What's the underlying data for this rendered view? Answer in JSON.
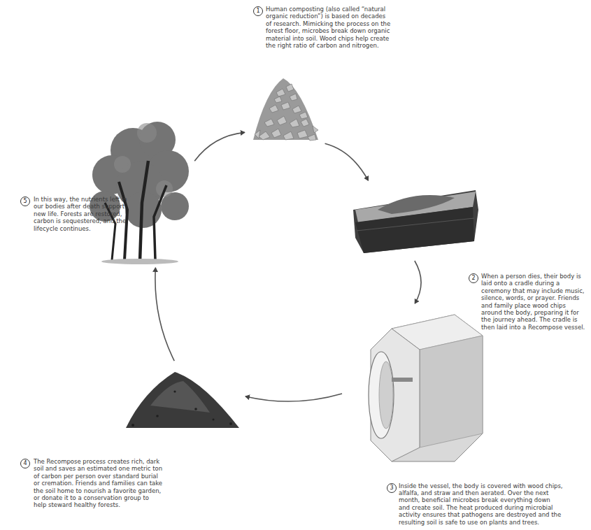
{
  "diagram": {
    "nodes": [
      {
        "text": [
          "Human composting (also called “natural organic reduction”) is based on decades of research. Mimicking the process on the forest floor, microbes break down organic material into soil. Wood chips help create the right ratio of carbon and nitrogen."
        ]
      },
      {
        "text": [
          "When a person dies, their body is laid onto a cradle during a ceremony that may include music, silence, words, or prayer. Friends and family place wood chips around the body, preparing it for the journey ahead. The cradle is then laid into a Recompose vessel."
        ]
      },
      {
        "text": [
          "Inside the vessel, the body is covered with wood chips, alfalfa, and straw and then aerated. Over the next month, beneficial microbes break everything down and create soil. The heat produced during microbial activity ensures that pathogens are destroyed and the resulting soil is safe to use on plants and trees."
        ]
      },
      {
        "text": [
          "The Recompose process creates rich, dark soil and saves an estimated one metric ton of carbon per person over standard burial or cremation. Friends and families can take the soil home to nourish a favorite garden, or donate it to a conservation group to help steward healthy forests."
        ]
      },
      {
        "text": [
          "In this way, the nutrients left in our bodies after death support new life. Forests are restored, carbon is sequestered, and the lifecycle continues."
        ]
      }
    ],
    "edges": [
      {
        "from": 0,
        "to": 1,
        "arrow": "to"
      },
      {
        "from": 1,
        "to": 2,
        "arrow": "to"
      },
      {
        "from": 2,
        "to": 3,
        "arrow": "to"
      },
      {
        "from": 3,
        "to": 4,
        "arrow": "to"
      },
      {
        "from": 4,
        "to": 0,
        "arrow": "to"
      }
    ],
    "labels": [
      "1",
      "2",
      "3",
      "4",
      "5"
    ]
  }
}
